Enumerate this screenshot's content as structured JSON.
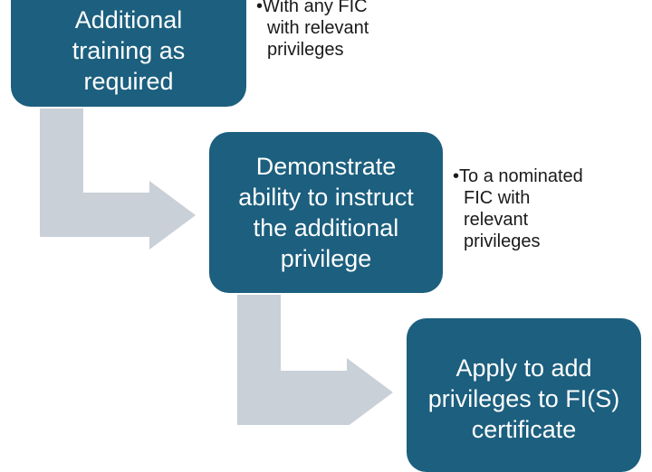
{
  "colors": {
    "box_fill": "#1c5f7e",
    "box_text": "#ffffff",
    "arrow_fill": "#c9d0d8",
    "note_text": "#1a1a1a"
  },
  "steps": [
    {
      "label": "Additional\ntraining as\nrequired",
      "note_bullet": "•",
      "note_first": "With any FIC",
      "note_rest": "with relevant\nprivileges"
    },
    {
      "label": "Demonstrate\nability to instruct\nthe additional\nprivilege",
      "note_bullet": "•",
      "note_first": "To a nominated",
      "note_rest": "FIC with\nrelevant\nprivileges"
    },
    {
      "label": "Apply to add\nprivileges to FI(S)\ncertificate",
      "note_bullet": "",
      "note_first": "",
      "note_rest": ""
    }
  ],
  "connectors": [
    {
      "from": "step-1",
      "to": "step-2",
      "icon": "bent-arrow-right"
    },
    {
      "from": "step-2",
      "to": "step-3",
      "icon": "bent-arrow-right"
    }
  ]
}
